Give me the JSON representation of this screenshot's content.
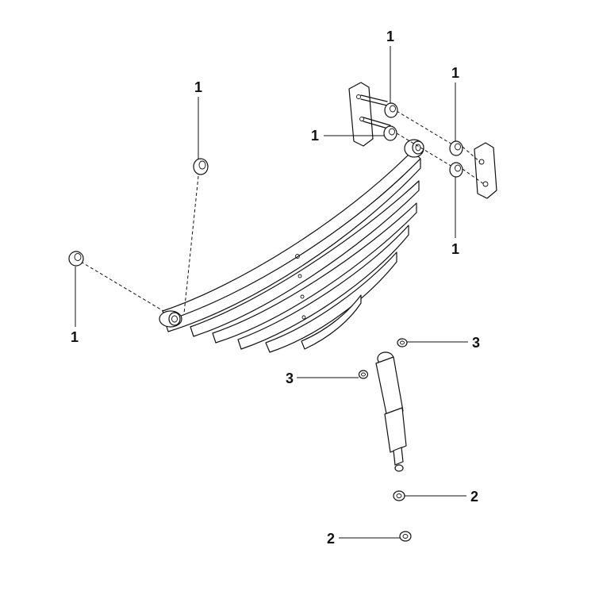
{
  "callouts": {
    "bushing_top_left": "1",
    "bushing_left": "1",
    "bushing_top_right_a": "1",
    "bushing_top_right_b": "1",
    "bushing_mid_right": "1",
    "bushing_lower_right": "1",
    "nut_top_right": "3",
    "nut_mid_left": "3",
    "nut_lower_right": "2",
    "nut_bottom": "2"
  },
  "colors": {
    "line": "#111111",
    "background": "#ffffff"
  }
}
